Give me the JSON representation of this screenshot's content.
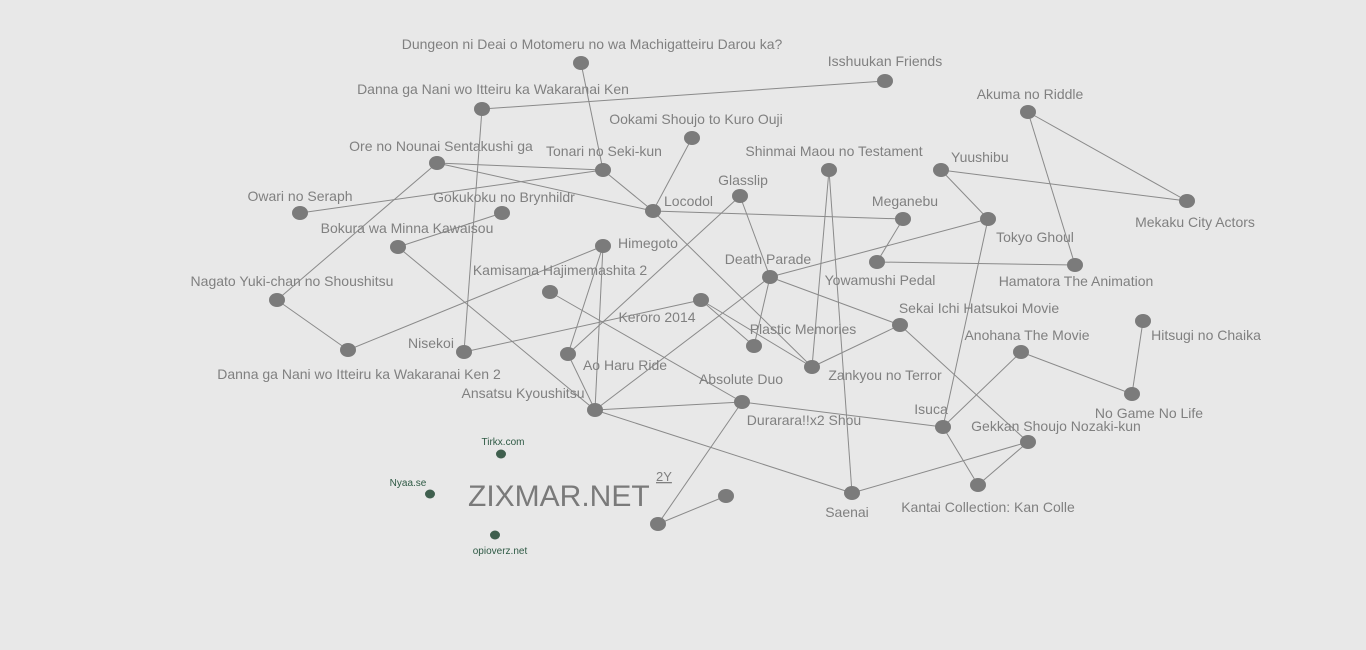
{
  "graph": {
    "nodes": [
      {
        "id": "dungeon",
        "label": "Dungeon ni Deai o Motomeru no wa Machigatteiru Darou ka?"
      },
      {
        "id": "isshuukan",
        "label": "Isshuukan Friends"
      },
      {
        "id": "danna",
        "label": "Danna ga Nani wo Itteiru ka Wakaranai Ken"
      },
      {
        "id": "akuma",
        "label": "Akuma no Riddle"
      },
      {
        "id": "ookami",
        "label": "Ookami Shoujo to Kuro Ouji"
      },
      {
        "id": "ore",
        "label": "Ore no Nounai Sentakushi ga"
      },
      {
        "id": "tonari",
        "label": "Tonari no Seki-kun"
      },
      {
        "id": "shinmai",
        "label": "Shinmai Maou no Testament"
      },
      {
        "id": "yuushibu",
        "label": "Yuushibu"
      },
      {
        "id": "owari",
        "label": "Owari no Seraph"
      },
      {
        "id": "gokukoku",
        "label": "Gokukoku no Brynhildr"
      },
      {
        "id": "glasslip",
        "label": "Glasslip"
      },
      {
        "id": "locodol",
        "label": "Locodol"
      },
      {
        "id": "meganebu",
        "label": "Meganebu"
      },
      {
        "id": "mekaku",
        "label": "Mekaku City Actors"
      },
      {
        "id": "bokura",
        "label": "Bokura wa Minna Kawaisou"
      },
      {
        "id": "tokyoghoul",
        "label": "Tokyo Ghoul"
      },
      {
        "id": "himegoto",
        "label": "Himegoto"
      },
      {
        "id": "deathparade",
        "label": "Death Parade"
      },
      {
        "id": "yowamushi",
        "label": "Yowamushi Pedal"
      },
      {
        "id": "hamatora",
        "label": "Hamatora The Animation"
      },
      {
        "id": "kamisama",
        "label": "Kamisama Hajimemashita 2"
      },
      {
        "id": "nagato",
        "label": "Nagato Yuki-chan no Shoushitsu"
      },
      {
        "id": "keroro",
        "label": "Keroro 2014"
      },
      {
        "id": "sekaiichi",
        "label": "Sekai Ichi Hatsukoi Movie"
      },
      {
        "id": "plastic",
        "label": "Plastic Memories"
      },
      {
        "id": "nisekoi",
        "label": "Nisekoi"
      },
      {
        "id": "danna2",
        "label": "Danna ga Nani wo Itteiru ka Wakaranai Ken 2"
      },
      {
        "id": "anohana",
        "label": "Anohana The Movie"
      },
      {
        "id": "hitsugi",
        "label": "Hitsugi no Chaika"
      },
      {
        "id": "aoharu",
        "label": "Ao Haru Ride"
      },
      {
        "id": "zankyou",
        "label": "Zankyou no Terror"
      },
      {
        "id": "absolute",
        "label": "Absolute Duo"
      },
      {
        "id": "ansatsu",
        "label": "Ansatsu Kyoushitsu"
      },
      {
        "id": "nogame",
        "label": "No Game No Life"
      },
      {
        "id": "isuca",
        "label": "Isuca"
      },
      {
        "id": "durarara",
        "label": "Durarara!!x2 Shou"
      },
      {
        "id": "gekkan",
        "label": "Gekkan Shoujo Nozaki-kun"
      },
      {
        "id": "saenai",
        "label": "Saenai"
      },
      {
        "id": "kantai",
        "label": "Kantai Collection: Kan Colle"
      },
      {
        "id": "unl1",
        "label": ""
      },
      {
        "id": "unl2",
        "label": ""
      }
    ],
    "edges": [
      [
        "danna",
        "isshuukan"
      ],
      [
        "danna",
        "nisekoi"
      ],
      [
        "dungeon",
        "tonari"
      ],
      [
        "ore",
        "tonari"
      ],
      [
        "ore",
        "locodol"
      ],
      [
        "ore",
        "nagato"
      ],
      [
        "owari",
        "tonari"
      ],
      [
        "tonari",
        "locodol"
      ],
      [
        "ookami",
        "locodol"
      ],
      [
        "locodol",
        "meganebu"
      ],
      [
        "locodol",
        "zankyou"
      ],
      [
        "glasslip",
        "aoharu"
      ],
      [
        "glasslip",
        "deathparade"
      ],
      [
        "akuma",
        "mekaku"
      ],
      [
        "akuma",
        "hamatora"
      ],
      [
        "yuushibu",
        "mekaku"
      ],
      [
        "yuushibu",
        "tokyoghoul"
      ],
      [
        "tokyoghoul",
        "deathparade"
      ],
      [
        "tokyoghoul",
        "isuca"
      ],
      [
        "meganebu",
        "yowamushi"
      ],
      [
        "yowamushi",
        "hamatora"
      ],
      [
        "gokukoku",
        "bokura"
      ],
      [
        "bokura",
        "ansatsu"
      ],
      [
        "himegoto",
        "danna2"
      ],
      [
        "himegoto",
        "ansatsu"
      ],
      [
        "himegoto",
        "aoharu"
      ],
      [
        "nagato",
        "danna2"
      ],
      [
        "kamisama",
        "absolute"
      ],
      [
        "keroro",
        "nisekoi"
      ],
      [
        "keroro",
        "plastic"
      ],
      [
        "keroro",
        "zankyou"
      ],
      [
        "deathparade",
        "plastic"
      ],
      [
        "deathparade",
        "sekaiichi"
      ],
      [
        "deathparade",
        "ansatsu"
      ],
      [
        "sekaiichi",
        "zankyou"
      ],
      [
        "sekaiichi",
        "gekkan"
      ],
      [
        "shinmai",
        "zankyou"
      ],
      [
        "shinmai",
        "saenai"
      ],
      [
        "anohana",
        "nogame"
      ],
      [
        "anohana",
        "isuca"
      ],
      [
        "hitsugi",
        "nogame"
      ],
      [
        "aoharu",
        "ansatsu"
      ],
      [
        "ansatsu",
        "absolute"
      ],
      [
        "ansatsu",
        "saenai"
      ],
      [
        "absolute",
        "isuca"
      ],
      [
        "absolute",
        "unl1"
      ],
      [
        "unl1",
        "unl2"
      ],
      [
        "isuca",
        "kantai"
      ],
      [
        "gekkan",
        "kantai"
      ],
      [
        "gekkan",
        "saenai"
      ]
    ],
    "sites": [
      {
        "id": "tirkx",
        "label": "Tirkx.com"
      },
      {
        "id": "nyaa",
        "label": "Nyaa.se"
      },
      {
        "id": "opioverz",
        "label": "opioverz.net"
      }
    ]
  },
  "brand": {
    "title": "ZIXMAR.NET",
    "sup": "2Y"
  },
  "colors": {
    "background": "#e8e8e8",
    "node": "#7b7b7b",
    "edge": "#8a8a8a",
    "label": "#808080",
    "site": "#3f5f4e"
  }
}
